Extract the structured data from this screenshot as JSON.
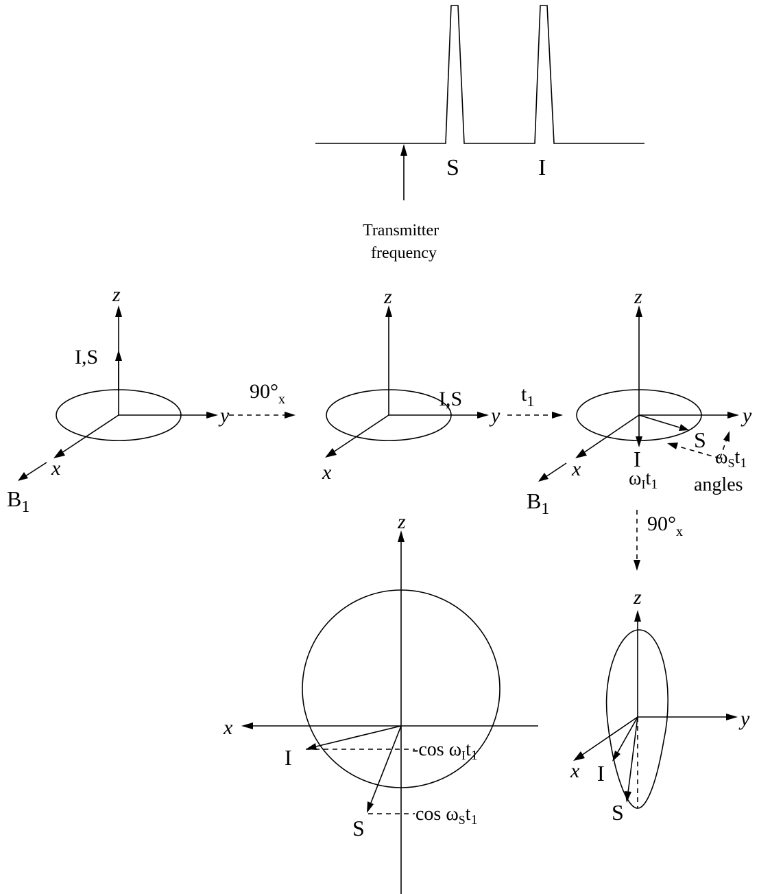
{
  "spectrum": {
    "peak_s_label": "S",
    "peak_i_label": "I",
    "transmitter_line1": "Transmitter",
    "transmitter_line2": "frequency"
  },
  "frame1": {
    "z": "z",
    "y": "y",
    "x": "x",
    "vector_label": "I,S",
    "b1_base": "B",
    "b1_sub": "1"
  },
  "transition1": {
    "base": "90°",
    "sub": "x"
  },
  "frame2": {
    "z": "z",
    "y": "y",
    "x": "x",
    "vector_label": "I,S"
  },
  "transition2": {
    "base": "t",
    "sub": "1"
  },
  "frame3": {
    "z": "z",
    "y": "y",
    "x": "x",
    "vec_i": "I",
    "vec_s": "S",
    "b1_base": "B",
    "b1_sub": "1",
    "omega": "ω",
    "angle_s_sub": "S",
    "angle_s_t": "t",
    "angle_s_t_sub": "1",
    "angle_i_sub": "I",
    "angle_i_t": "t",
    "angle_i_t_sub": "1",
    "angles_label": "angles"
  },
  "transition3": {
    "base": "90°",
    "sub": "x"
  },
  "frame4": {
    "z": "z",
    "y": "y",
    "x": "x",
    "vec_i": "I",
    "vec_s": "S"
  },
  "frame5": {
    "z": "z",
    "x": "x",
    "vec_i": "I",
    "vec_s": "S",
    "proj_i_prefix": "-cos ",
    "omega": "ω",
    "proj_i_sub": "I",
    "proj_i_t": "t",
    "proj_i_t_sub": "1",
    "proj_s_prefix": "cos ",
    "proj_s_sub": "S",
    "proj_s_t": "t",
    "proj_s_t_sub": "1"
  }
}
